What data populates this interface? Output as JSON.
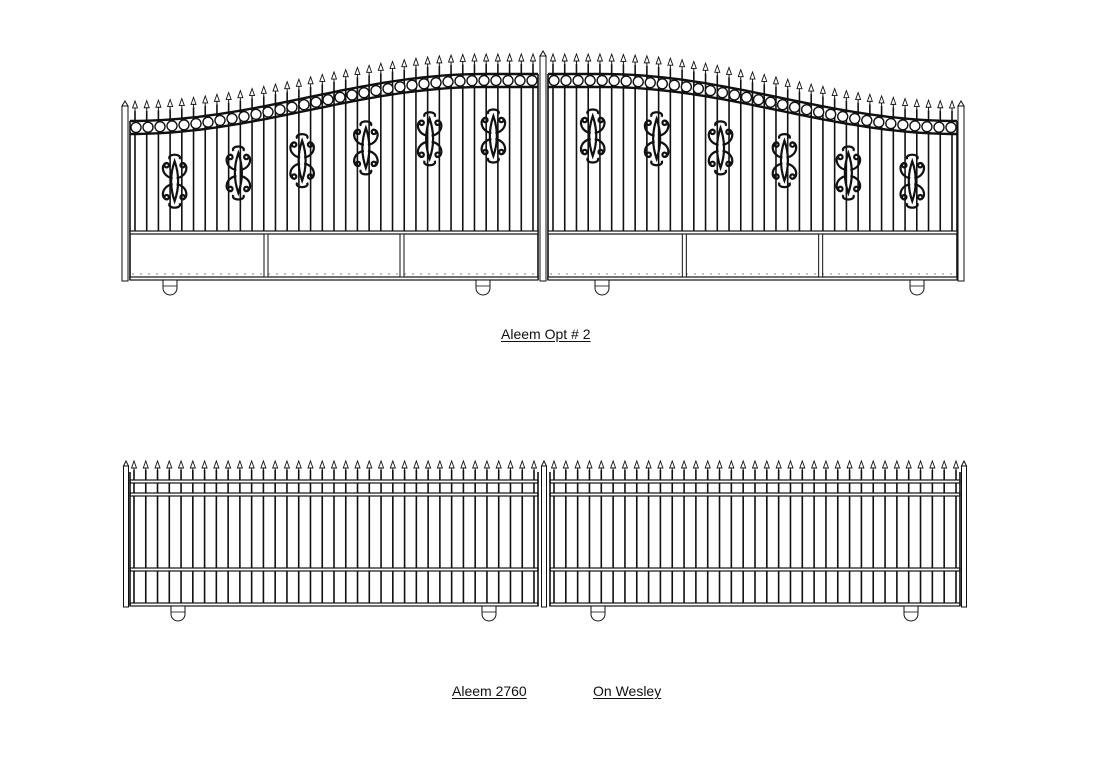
{
  "drawings": [
    {
      "caption": "Aleem Opt # 2",
      "style": "arched",
      "leaves": 2,
      "scroll_panels_per_leaf": 6,
      "ring_band": true,
      "kick_panels_per_leaf": 3,
      "casters_per_leaf": 2
    },
    {
      "caption_left": "Aleem 2760",
      "caption_right": "On Wesley",
      "style": "flat",
      "leaves": 2,
      "casters_per_leaf": 2
    }
  ],
  "colors": {
    "line": "#111111",
    "background": "#ffffff"
  }
}
